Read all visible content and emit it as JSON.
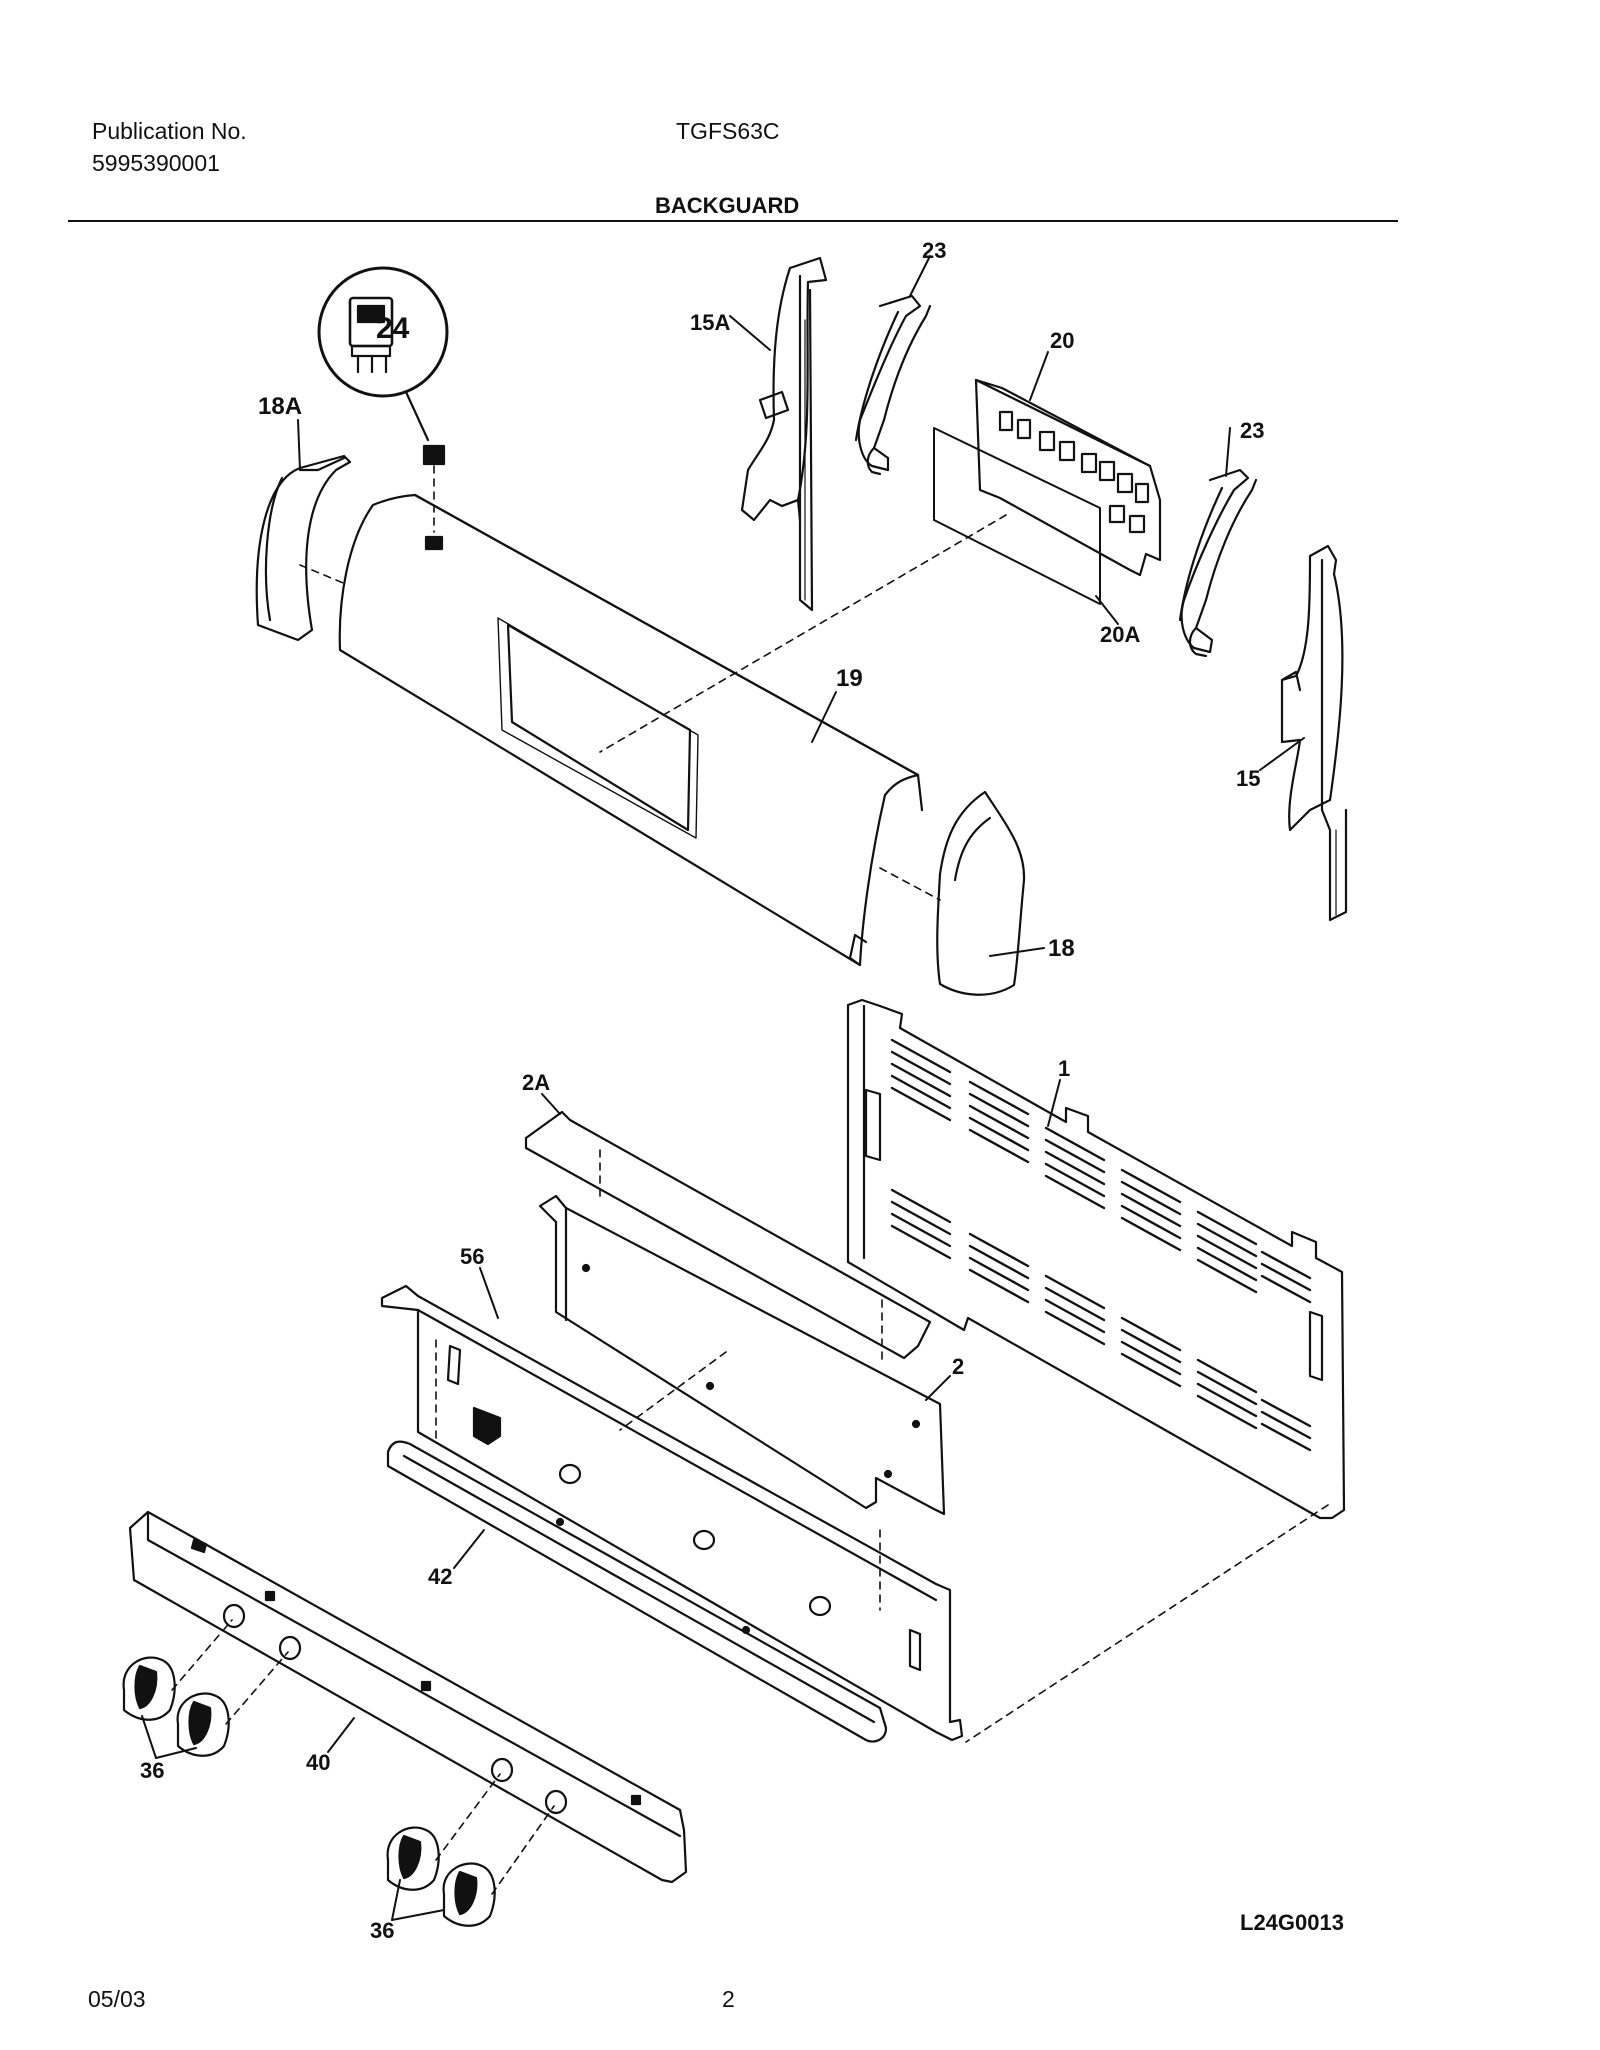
{
  "header": {
    "publication_label": "Publication No.",
    "publication_number": "5995390001",
    "model": "TGFS63C",
    "section_title": "BACKGUARD"
  },
  "diagram_code": "L24G0013",
  "callouts": {
    "p24": "24",
    "p18a": "18A",
    "p15a": "15A",
    "p23a": "23",
    "p20": "20",
    "p23b": "23",
    "p20a": "20A",
    "p19": "19",
    "p15": "15",
    "p18": "18",
    "p1": "1",
    "p2a": "2A",
    "p56": "56",
    "p2": "2",
    "p42": "42",
    "p40": "40",
    "p36a": "36",
    "p36b": "36"
  },
  "footer": {
    "date": "05/03",
    "page": "2"
  }
}
